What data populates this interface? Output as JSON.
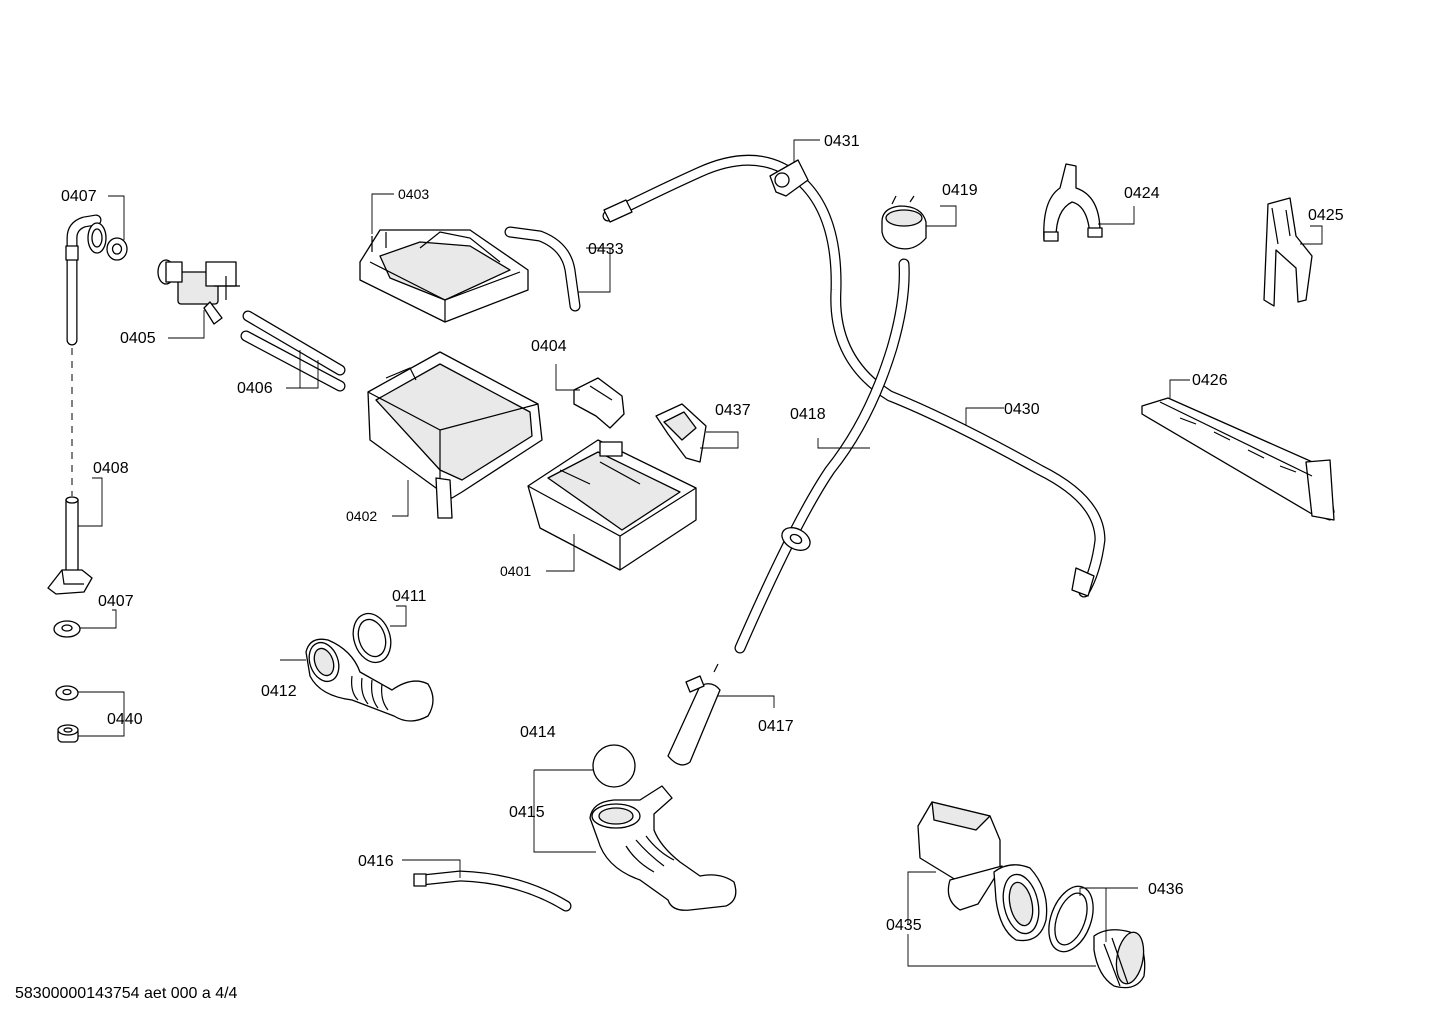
{
  "parts": [
    {
      "id": "0401"
    },
    {
      "id": "0402"
    },
    {
      "id": "0403"
    },
    {
      "id": "0404"
    },
    {
      "id": "0405"
    },
    {
      "id": "0406"
    },
    {
      "id": "0407"
    },
    {
      "id": "0407"
    },
    {
      "id": "0408"
    },
    {
      "id": "0411"
    },
    {
      "id": "0412"
    },
    {
      "id": "0414"
    },
    {
      "id": "0415"
    },
    {
      "id": "0416"
    },
    {
      "id": "0417"
    },
    {
      "id": "0418"
    },
    {
      "id": "0419"
    },
    {
      "id": "0424"
    },
    {
      "id": "0425"
    },
    {
      "id": "0426"
    },
    {
      "id": "0430"
    },
    {
      "id": "0431"
    },
    {
      "id": "0433"
    },
    {
      "id": "0435"
    },
    {
      "id": "0436"
    },
    {
      "id": "0437"
    },
    {
      "id": "0440"
    }
  ],
  "footer": "58300000143754 aet 000 a 4/4"
}
